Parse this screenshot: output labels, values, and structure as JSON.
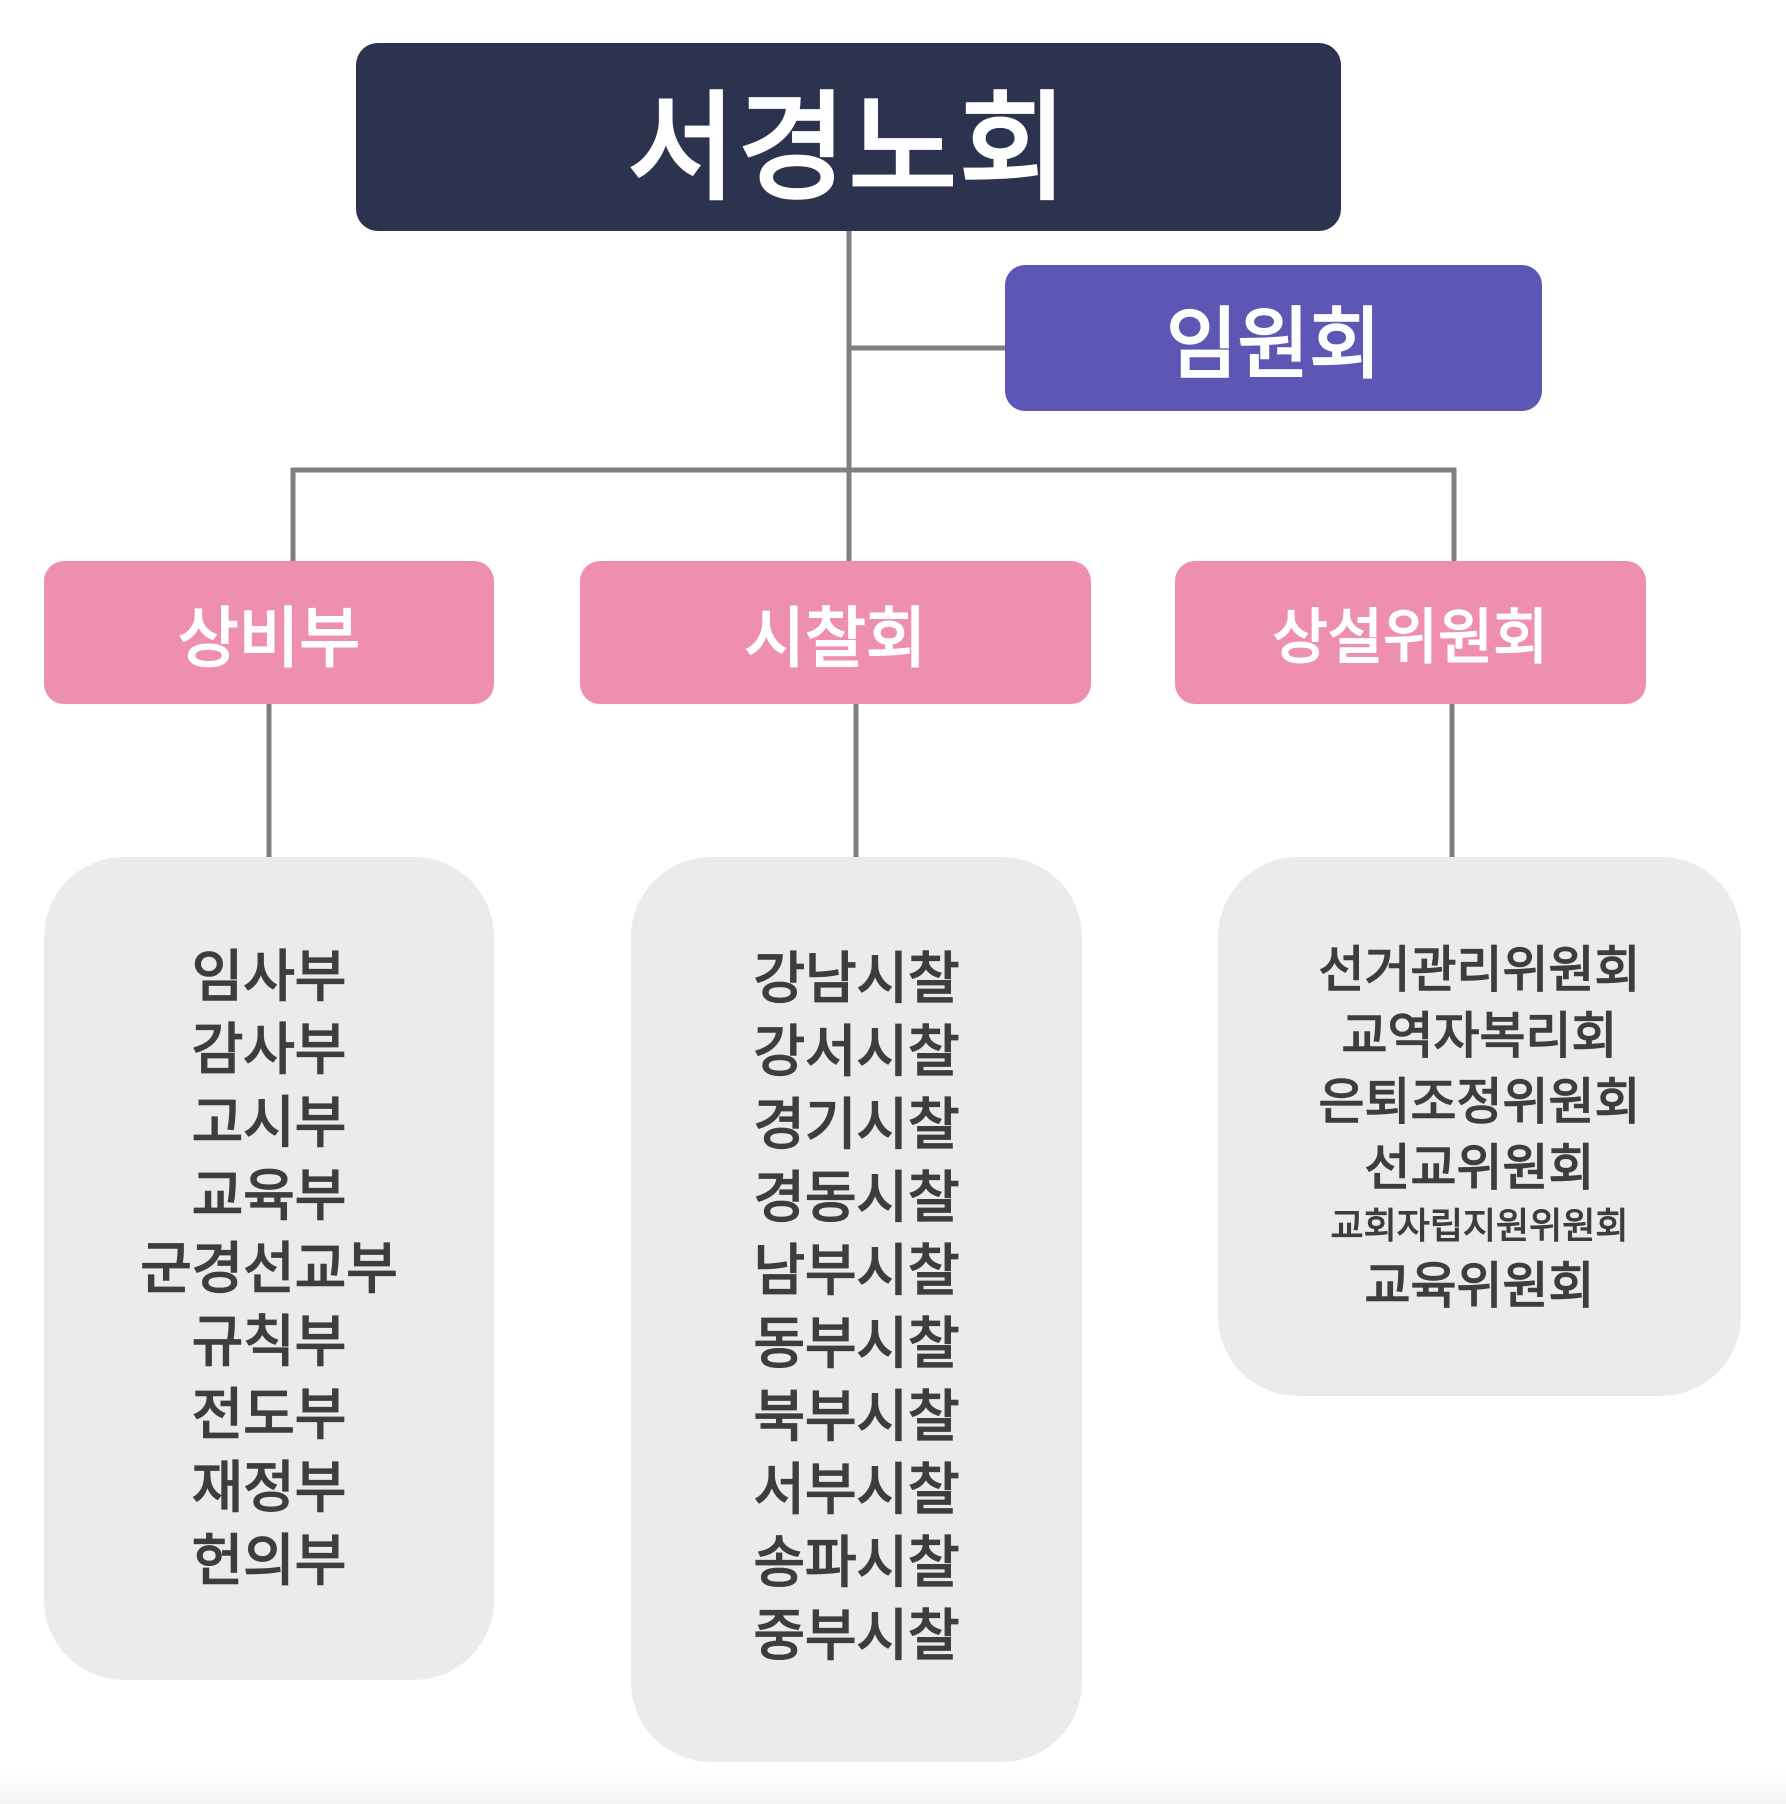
{
  "root": {
    "label": "서경노회"
  },
  "executive": {
    "label": "임원회"
  },
  "departments": [
    {
      "label": "상비부",
      "items": [
        "임사부",
        "감사부",
        "고시부",
        "교육부",
        "군경선교부",
        "규칙부",
        "전도부",
        "재정부",
        "헌의부"
      ]
    },
    {
      "label": "시찰회",
      "items": [
        "강남시찰",
        "강서시찰",
        "경기시찰",
        "경동시찰",
        "남부시찰",
        "동부시찰",
        "북부시찰",
        "서부시찰",
        "송파시찰",
        "중부시찰"
      ]
    },
    {
      "label": "상설위원회",
      "items": [
        "선거관리위원회",
        "교역자복리회",
        "은퇴조정위원회",
        "선교위원회",
        "교회자립지원위원회",
        "교육위원회"
      ]
    }
  ],
  "colors": {
    "root_fill": "#2c334e",
    "executive_fill": "#5e56b4",
    "department_fill": "#ed8fad",
    "list_fill": "#ebebeb",
    "connector": "#7f7f7f",
    "list_text": "#3d3d3d"
  }
}
